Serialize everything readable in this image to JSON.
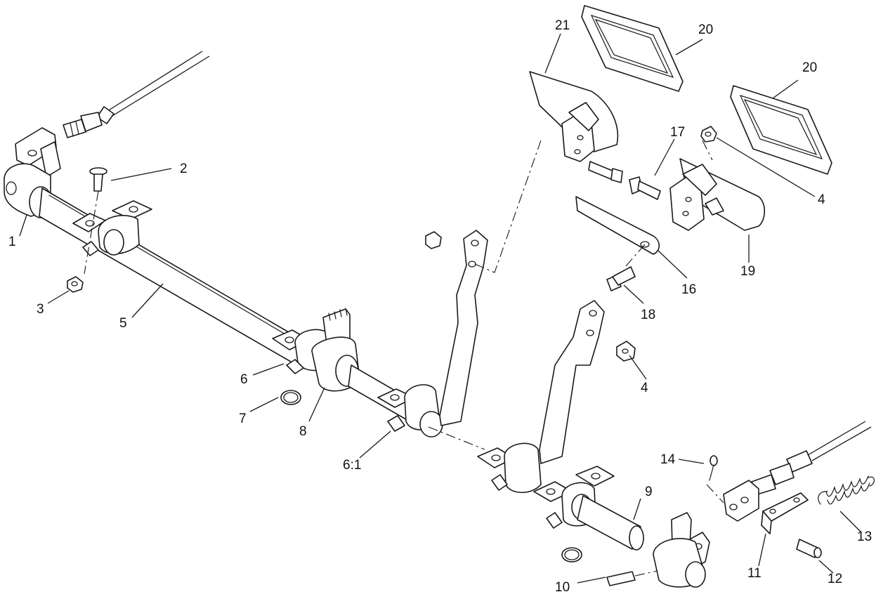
{
  "callouts": {
    "c1": "1",
    "c2": "2",
    "c3": "3",
    "c4a": "4",
    "c4b": "4",
    "c5": "5",
    "c6": "6",
    "c6_1": "6:1",
    "c7": "7",
    "c8": "8",
    "c9": "9",
    "c10": "10",
    "c11": "11",
    "c12": "12",
    "c13": "13",
    "c14": "14",
    "c16": "16",
    "c17": "17",
    "c18": "18",
    "c19": "19",
    "c20a": "20",
    "c20b": "20",
    "c21": "21"
  }
}
